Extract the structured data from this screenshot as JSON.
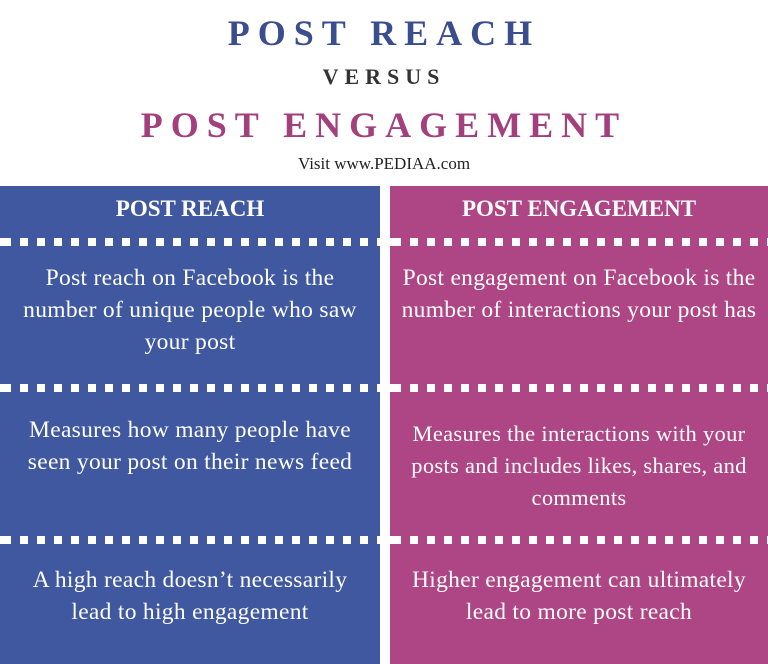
{
  "title": {
    "line1": "POST REACH",
    "line2": "VERSUS",
    "line3": "POST ENGAGEMENT",
    "visit": "Visit www.PEDIAA.com"
  },
  "colors": {
    "reach": "#3f58a0",
    "engagement": "#ae4584"
  },
  "columns": [
    {
      "header": "POST REACH",
      "rows": [
        "Post reach on Facebook is the number of unique people who saw your post",
        "Measures how many people have seen your post on their news feed",
        "A high reach doesn’t necessarily lead to high engagement"
      ]
    },
    {
      "header": "POST ENGAGEMENT",
      "rows": [
        "Post engagement on Facebook is the number of interactions your post has",
        "Measures the interactions with your posts and includes likes, shares, and comments",
        "Higher engagement can ultimately lead to more post reach"
      ]
    }
  ]
}
